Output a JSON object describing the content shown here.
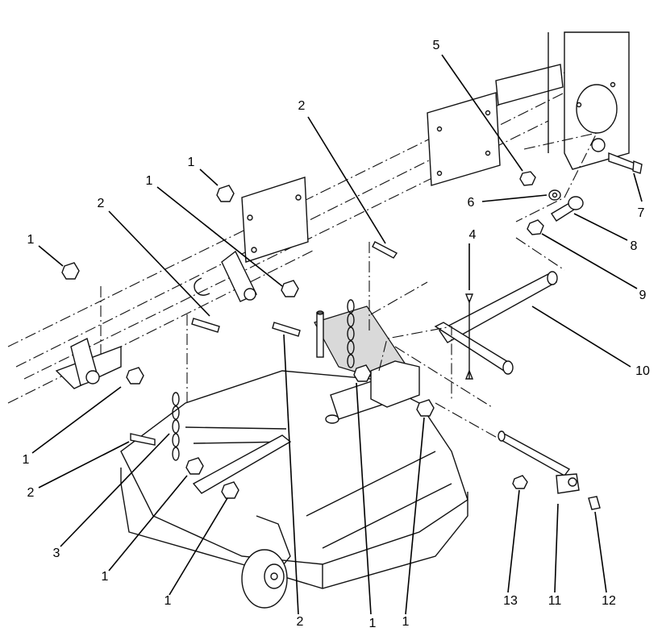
{
  "callouts": [
    {
      "id": "c1",
      "label": "1"
    },
    {
      "id": "c2",
      "label": "1"
    },
    {
      "id": "c3",
      "label": "1"
    },
    {
      "id": "c4",
      "label": "1"
    },
    {
      "id": "c5",
      "label": "1"
    },
    {
      "id": "c6",
      "label": "1"
    },
    {
      "id": "c7",
      "label": "1"
    },
    {
      "id": "c8",
      "label": "1"
    },
    {
      "id": "c9",
      "label": "2"
    },
    {
      "id": "c10",
      "label": "2"
    },
    {
      "id": "c11",
      "label": "2"
    },
    {
      "id": "c12",
      "label": "2"
    },
    {
      "id": "c13",
      "label": "3"
    },
    {
      "id": "c14",
      "label": "4"
    },
    {
      "id": "c15",
      "label": "5"
    },
    {
      "id": "c16",
      "label": "6"
    },
    {
      "id": "c17",
      "label": "7"
    },
    {
      "id": "c18",
      "label": "8"
    },
    {
      "id": "c19",
      "label": "9"
    },
    {
      "id": "c20",
      "label": "10"
    },
    {
      "id": "c21",
      "label": "11"
    },
    {
      "id": "c22",
      "label": "12"
    },
    {
      "id": "c23",
      "label": "13"
    }
  ]
}
